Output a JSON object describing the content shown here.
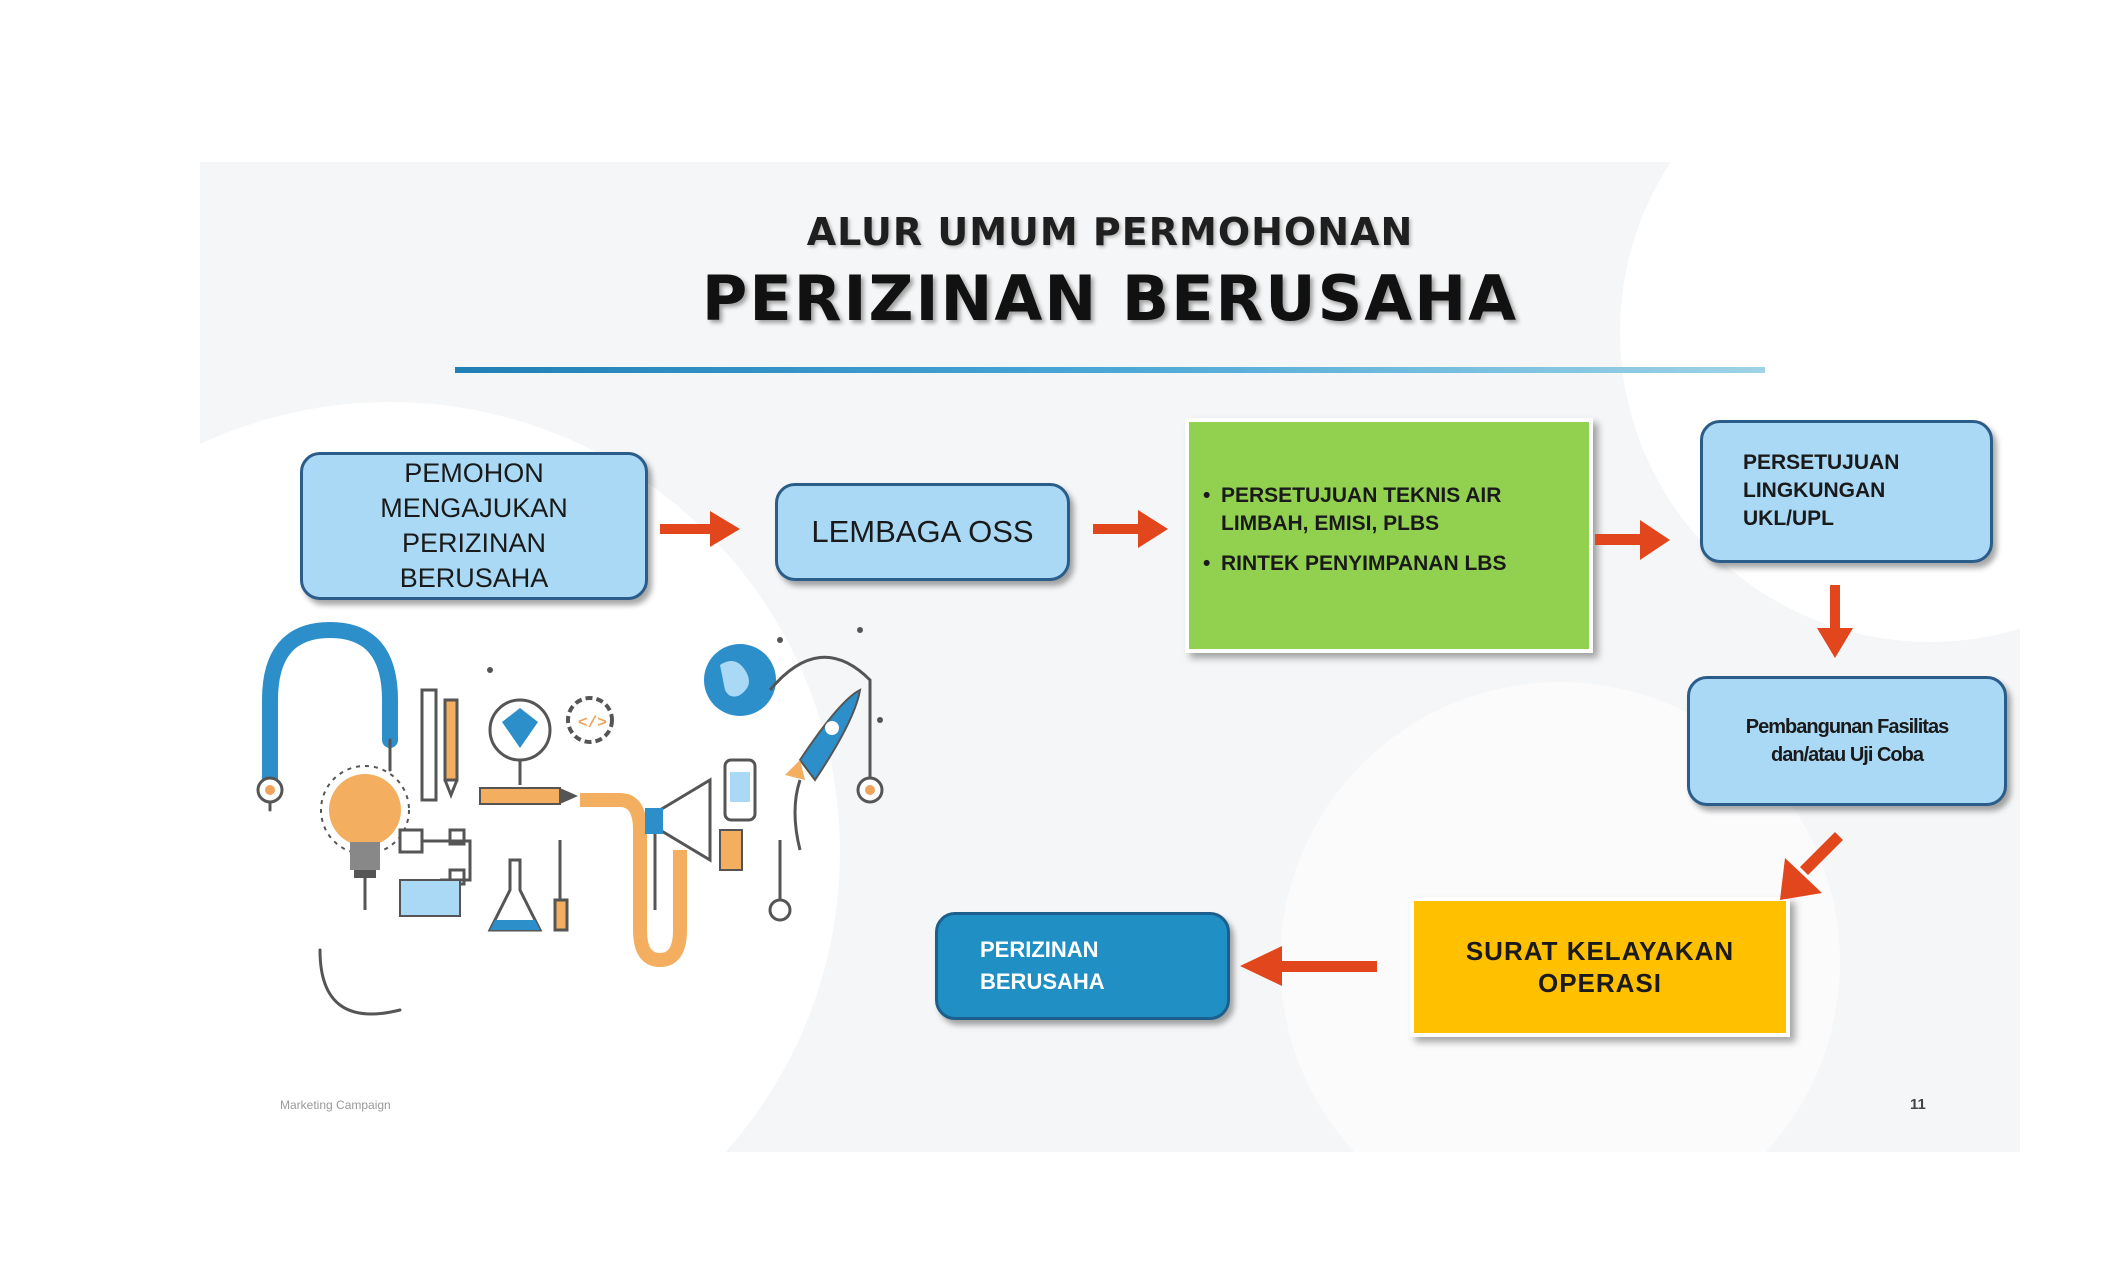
{
  "title": {
    "line1": "ALUR UMUM PERMOHONAN",
    "line2": "PERIZINAN BERUSAHA"
  },
  "nodes": {
    "pemohon": [
      "PEMOHON",
      "MENGAJUKAN",
      "PERIZINAN",
      "BERUSAHA"
    ],
    "oss": "LEMBAGA OSS",
    "teknis": [
      [
        "PERSETUJUAN TEKNIS AIR",
        "LIMBAH, EMISI, PLBS"
      ],
      [
        "RINTEK PENYIMPANAN LBS"
      ]
    ],
    "lingkungan": [
      "PERSETUJUAN",
      "LINGKUNGAN",
      "UKL/UPL"
    ],
    "pembangunan": [
      "Pembangunan Fasilitas",
      "dan/atau Uji Coba"
    ],
    "surat": [
      "SURAT KELAYAKAN",
      "OPERASI"
    ],
    "perizinan": [
      "PERIZINAN",
      "BERUSAHA"
    ]
  },
  "colors": {
    "light_blue_box": "#a9d9f5",
    "green_box": "#92d050",
    "yellow_box": "#ffc000",
    "dark_blue_box": "#1f8fc4",
    "arrow": "#e2461d"
  },
  "footer": {
    "left": "Marketing Campaign",
    "page": "11"
  }
}
